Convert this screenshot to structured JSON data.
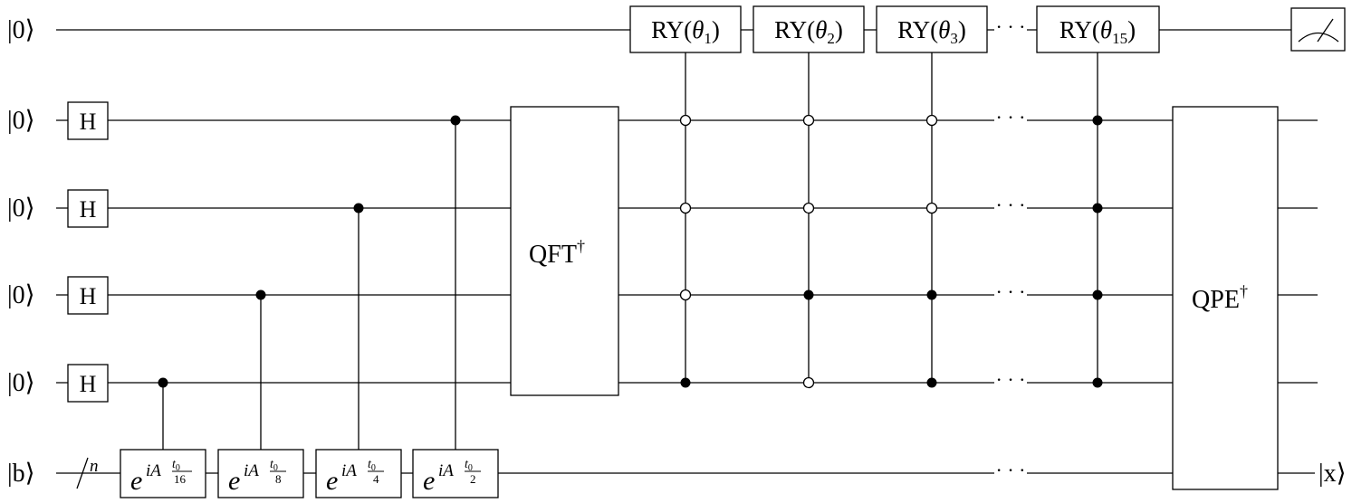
{
  "qubits": {
    "ancilla": {
      "label": "|0⟩"
    },
    "clock": [
      {
        "label": "|0⟩",
        "gate": "H"
      },
      {
        "label": "|0⟩",
        "gate": "H"
      },
      {
        "label": "|0⟩",
        "gate": "H"
      },
      {
        "label": "|0⟩",
        "gate": "H"
      }
    ],
    "b_register": {
      "label": "|b⟩",
      "bus_label": "n",
      "output_label": "|x⟩"
    }
  },
  "evolution_gates": [
    {
      "base": "e",
      "exp": "iA",
      "num": "t",
      "num_sub": "0",
      "den": "16"
    },
    {
      "base": "e",
      "exp": "iA",
      "num": "t",
      "num_sub": "0",
      "den": "8"
    },
    {
      "base": "e",
      "exp": "iA",
      "num": "t",
      "num_sub": "0",
      "den": "4"
    },
    {
      "base": "e",
      "exp": "iA",
      "num": "t",
      "num_sub": "0",
      "den": "2"
    }
  ],
  "qft_dagger": {
    "label": "QFT",
    "sup": "†"
  },
  "qpe_dagger": {
    "label": "QPE",
    "sup": "†"
  },
  "rotations": [
    {
      "name": "RY(",
      "theta": "θ",
      "sub": "1",
      "close": ")",
      "controls": [
        "open",
        "open",
        "open",
        "closed"
      ]
    },
    {
      "name": "RY(",
      "theta": "θ",
      "sub": "2",
      "close": ")",
      "controls": [
        "open",
        "open",
        "closed",
        "open"
      ]
    },
    {
      "name": "RY(",
      "theta": "θ",
      "sub": "3",
      "close": ")",
      "controls": [
        "open",
        "open",
        "closed",
        "closed"
      ]
    },
    {
      "name": "RY(",
      "theta": "θ",
      "sub": "15",
      "close": ")",
      "controls": [
        "closed",
        "closed",
        "closed",
        "closed"
      ]
    }
  ],
  "ellipsis": "· · ·",
  "measurement_icon": "meter-icon"
}
